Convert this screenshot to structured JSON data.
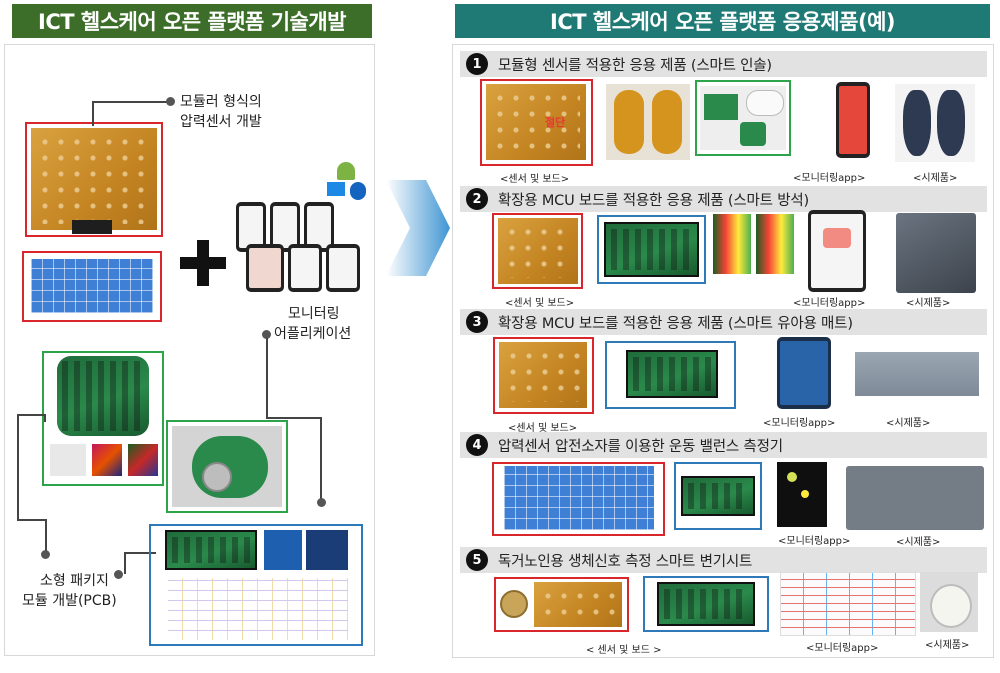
{
  "left_header": {
    "title": "ICT 헬스케어 오픈 플랫폼 기술개발",
    "color": "#3c6e2a"
  },
  "right_header": {
    "title": "ICT 헬스케어 오픈 플랫폼 응용제품(예)",
    "color": "#1f7a75"
  },
  "left": {
    "sensor_module_label": [
      "모듈러 형식의",
      "압력센서 개발"
    ],
    "monitoring_label": [
      "모니터링",
      "어플리케이션"
    ],
    "package_label": [
      "소형 패키지",
      "모듈 개발(PCB)"
    ],
    "plus": "+"
  },
  "sections": [
    {
      "num": "1",
      "title": "모듈형 센서를 적용한 응용 제품 (스마트 인솔)",
      "captions": [
        "<센서 및 보드>",
        "<모니터링app>",
        "<시제품>"
      ],
      "cut_label": "절단"
    },
    {
      "num": "2",
      "title": "확장용 MCU 보드를 적용한 응용 제품 (스마트 방석)",
      "captions": [
        "<센서 및 보드>",
        "<모니터링app>",
        "<시제품>"
      ]
    },
    {
      "num": "3",
      "title": "확장용 MCU 보드를 적용한 응용 제품 (스마트 유아용 매트)",
      "captions": [
        "<센서 및 보드>",
        "<모니터링app>",
        "<시제품>"
      ]
    },
    {
      "num": "4",
      "title": "압력센서 압전소자를 이용한 운동 밸런스 측정기",
      "captions": [
        "<모니터링app>",
        "<시제품>"
      ]
    },
    {
      "num": "5",
      "title": "독거노인용 생체신호 측정 스마트 변기시트",
      "captions": [
        "< 센서 및 보드 >",
        "<모니터링app>",
        "<시제품>"
      ]
    }
  ],
  "colors": {
    "red_box": "#d9262c",
    "green_box": "#2ea44a",
    "blue_box": "#2e79b8",
    "arrow": "#4a9fd8"
  }
}
